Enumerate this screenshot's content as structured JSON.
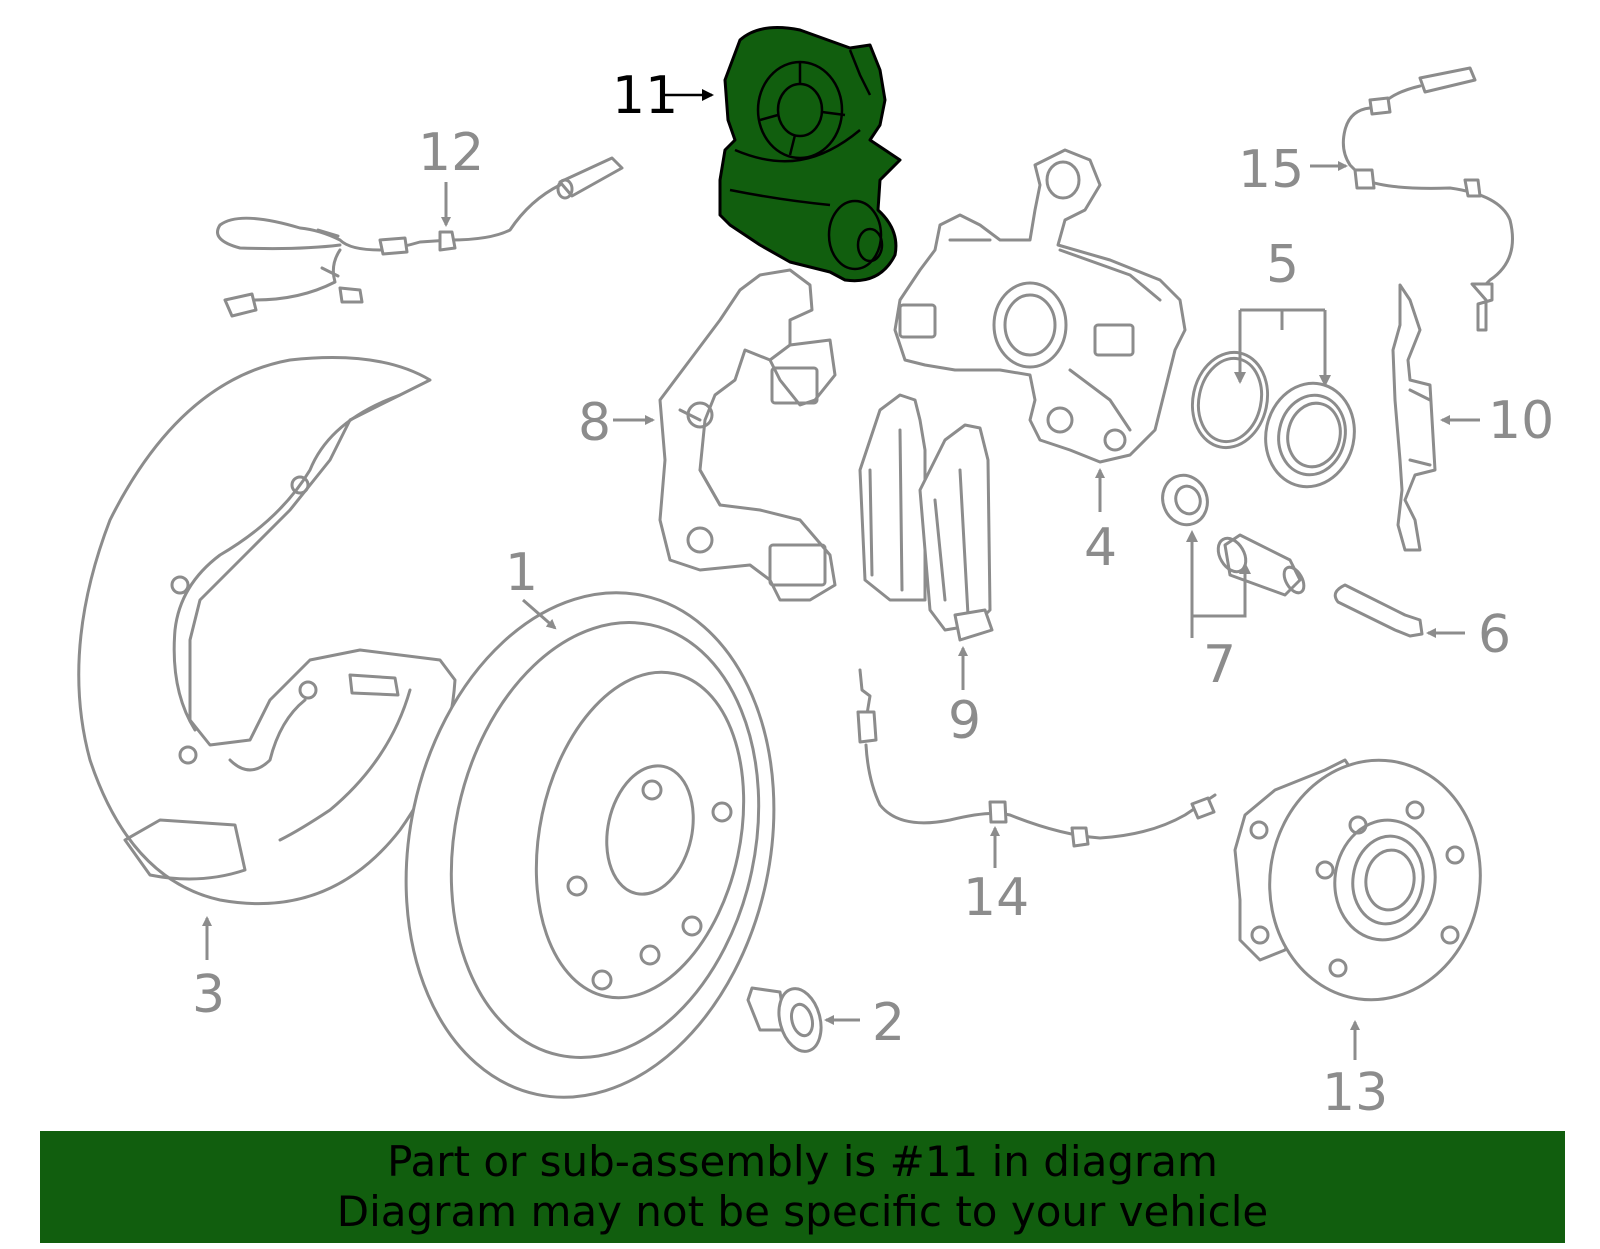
{
  "highlight_color": "#115e0e",
  "line_color": "#8c8c8c",
  "callouts": {
    "c1": "1",
    "c2": "2",
    "c3": "3",
    "c4": "4",
    "c5": "5",
    "c6": "6",
    "c7": "7",
    "c8": "8",
    "c9": "9",
    "c10": "10",
    "c11": "11",
    "c12": "12",
    "c13": "13",
    "c14": "14",
    "c15": "15"
  },
  "banner": {
    "line1": "Part or sub-assembly is #11 in diagram",
    "line2": "Diagram may not be specific to your vehicle"
  }
}
